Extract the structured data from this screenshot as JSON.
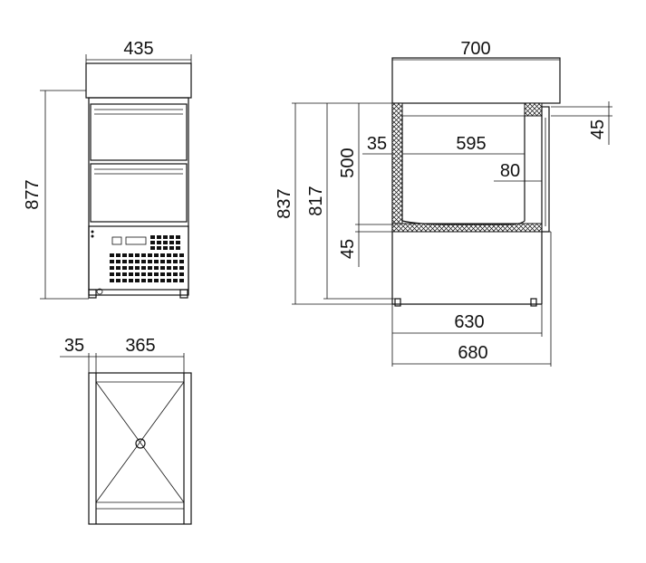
{
  "colors": {
    "line": "#111111",
    "background": "#ffffff",
    "insulation": "#111111"
  },
  "front_view": {
    "width_label": "435",
    "height_label": "877"
  },
  "top_view": {
    "side_label": "35",
    "width_label": "365"
  },
  "side_view": {
    "top_width_label": "700",
    "top_offset_label": "45",
    "overall_height_label": "837",
    "body_height_label": "817",
    "inner_height_label": "500",
    "base_height_label": "45",
    "wall_label": "35",
    "inner_width_label": "595",
    "door_label": "80",
    "depth_label": "630",
    "overall_depth_label": "680"
  }
}
